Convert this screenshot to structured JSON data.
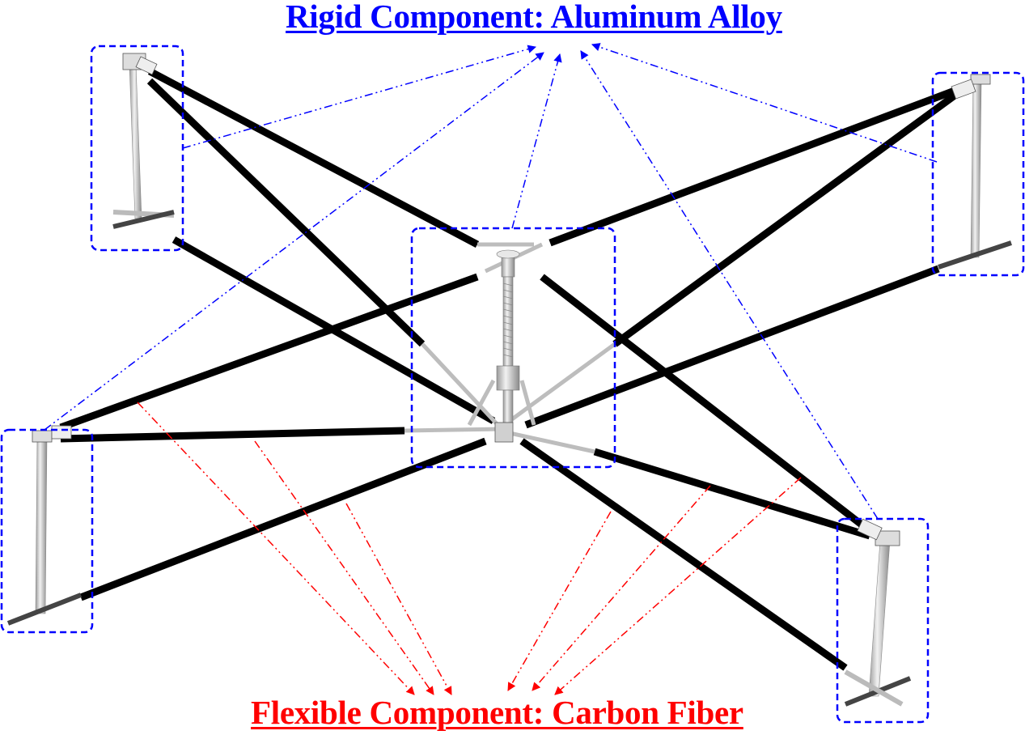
{
  "labels": {
    "rigid": "Rigid Component: Aluminum Alloy",
    "flexible": "Flexible Component: Carbon Fiber"
  },
  "colors": {
    "rigid": "#0000ff",
    "flexible": "#ff0000",
    "carbon_rod": "#000000",
    "aluminum": "#c8c8c8"
  },
  "components": {
    "rigid_groups": [
      "top-left-leg",
      "top-right-leg",
      "center-hub",
      "bottom-left-leg",
      "bottom-right-leg"
    ],
    "rigid_arrow_count": 5,
    "flexible_arrow_count": 6
  }
}
